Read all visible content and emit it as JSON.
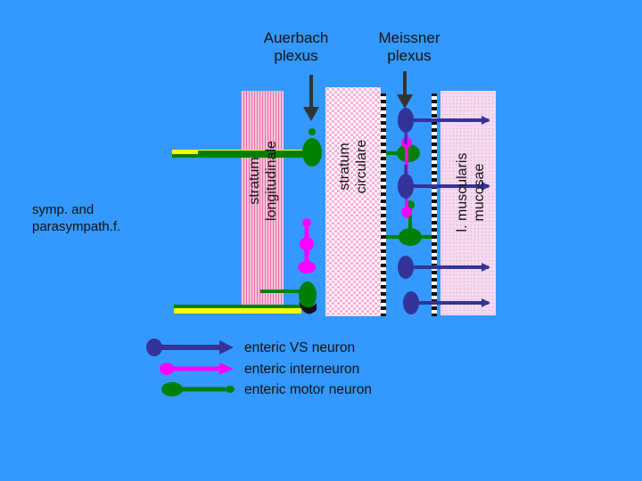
{
  "labels": {
    "auerbach": "Auerbach\nplexus",
    "meissner": "Meissner\nplexus",
    "symp": "symp. and\nparasympath.f.",
    "stratum_longitudinale": "stratum\nlongitudinale",
    "stratum_circulare": "stratum\ncirculare",
    "muscularis_mucosae": "l. muscularis\nmucosae"
  },
  "legend": [
    {
      "label": "enteric VS neuron",
      "color": "#333399"
    },
    {
      "label": "enteric interneuron",
      "color": "#ff00ff"
    },
    {
      "label": "enteric motor neuron",
      "color": "#008000"
    }
  ],
  "colors": {
    "background": "#3399ff",
    "sensory": "#333399",
    "interneuron": "#ff00ff",
    "motor": "#008000",
    "fiber": "#ffff00",
    "longitudinal_layer": "#ffb6d5",
    "circular_layer": "#ff9fd0",
    "mucosa": "#f4d2ee",
    "plexus_dots": "#111111"
  }
}
